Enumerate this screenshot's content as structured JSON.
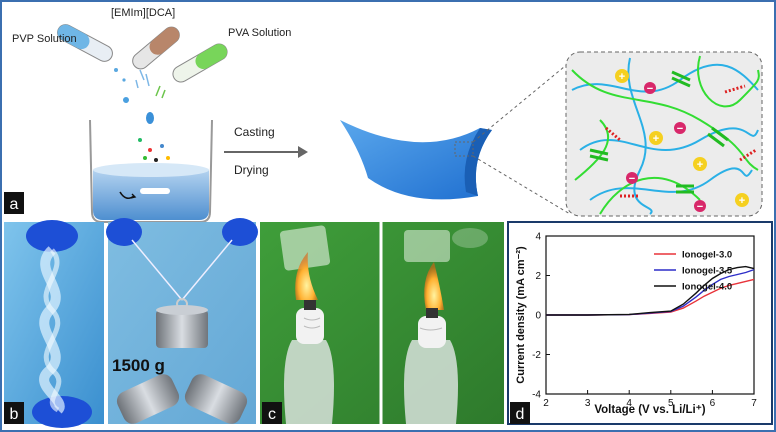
{
  "panel_a": {
    "letter": "a",
    "solutions": [
      "PVP Solution",
      "[EMIm][DCA]",
      "PVA Solution"
    ],
    "process_steps": [
      "Casting",
      "Drying"
    ],
    "ion_plus": "+",
    "ion_minus": "−"
  },
  "panel_b": {
    "letter": "b",
    "weight_label": "1500 g"
  },
  "panel_c": {
    "letter": "c"
  },
  "panel_d": {
    "letter": "d",
    "chart_data": {
      "type": "line",
      "xlabel": "Voltage (V vs. Li/Li⁺)",
      "ylabel": "Current density (mA cm⁻²)",
      "xlim": [
        2,
        7
      ],
      "ylim": [
        -4,
        4
      ],
      "xticks": [
        2,
        3,
        4,
        5,
        6,
        7
      ],
      "yticks": [
        -4,
        -2,
        0,
        2,
        4
      ],
      "legend_position": "top-right",
      "series": [
        {
          "name": "Ionogel-3.0",
          "color": "#e8333a",
          "x": [
            2,
            3,
            4,
            4.5,
            5,
            5.3,
            5.6,
            5.8,
            6.0,
            6.2,
            6.4,
            6.6,
            6.8,
            7.0
          ],
          "y": [
            0,
            0,
            0.02,
            0.08,
            0.15,
            0.35,
            0.7,
            0.95,
            1.15,
            1.35,
            1.5,
            1.6,
            1.7,
            1.8
          ]
        },
        {
          "name": "Ionogel-3.5",
          "color": "#2d2dc8",
          "x": [
            2,
            3,
            4,
            4.5,
            5,
            5.3,
            5.6,
            5.8,
            6.0,
            6.2,
            6.4,
            6.6,
            6.8,
            7.0
          ],
          "y": [
            0,
            0,
            0.02,
            0.1,
            0.18,
            0.45,
            0.9,
            1.25,
            1.55,
            1.8,
            1.95,
            2.05,
            2.15,
            2.3
          ]
        },
        {
          "name": "Ionogel-4.0",
          "color": "#111111",
          "x": [
            2,
            3,
            4,
            4.5,
            5,
            5.3,
            5.6,
            5.8,
            6.0,
            6.2,
            6.4,
            6.6,
            6.8,
            7.0
          ],
          "y": [
            0,
            0,
            0.03,
            0.12,
            0.2,
            0.55,
            1.1,
            1.5,
            1.85,
            2.1,
            2.3,
            2.4,
            2.45,
            2.35
          ]
        }
      ]
    }
  }
}
